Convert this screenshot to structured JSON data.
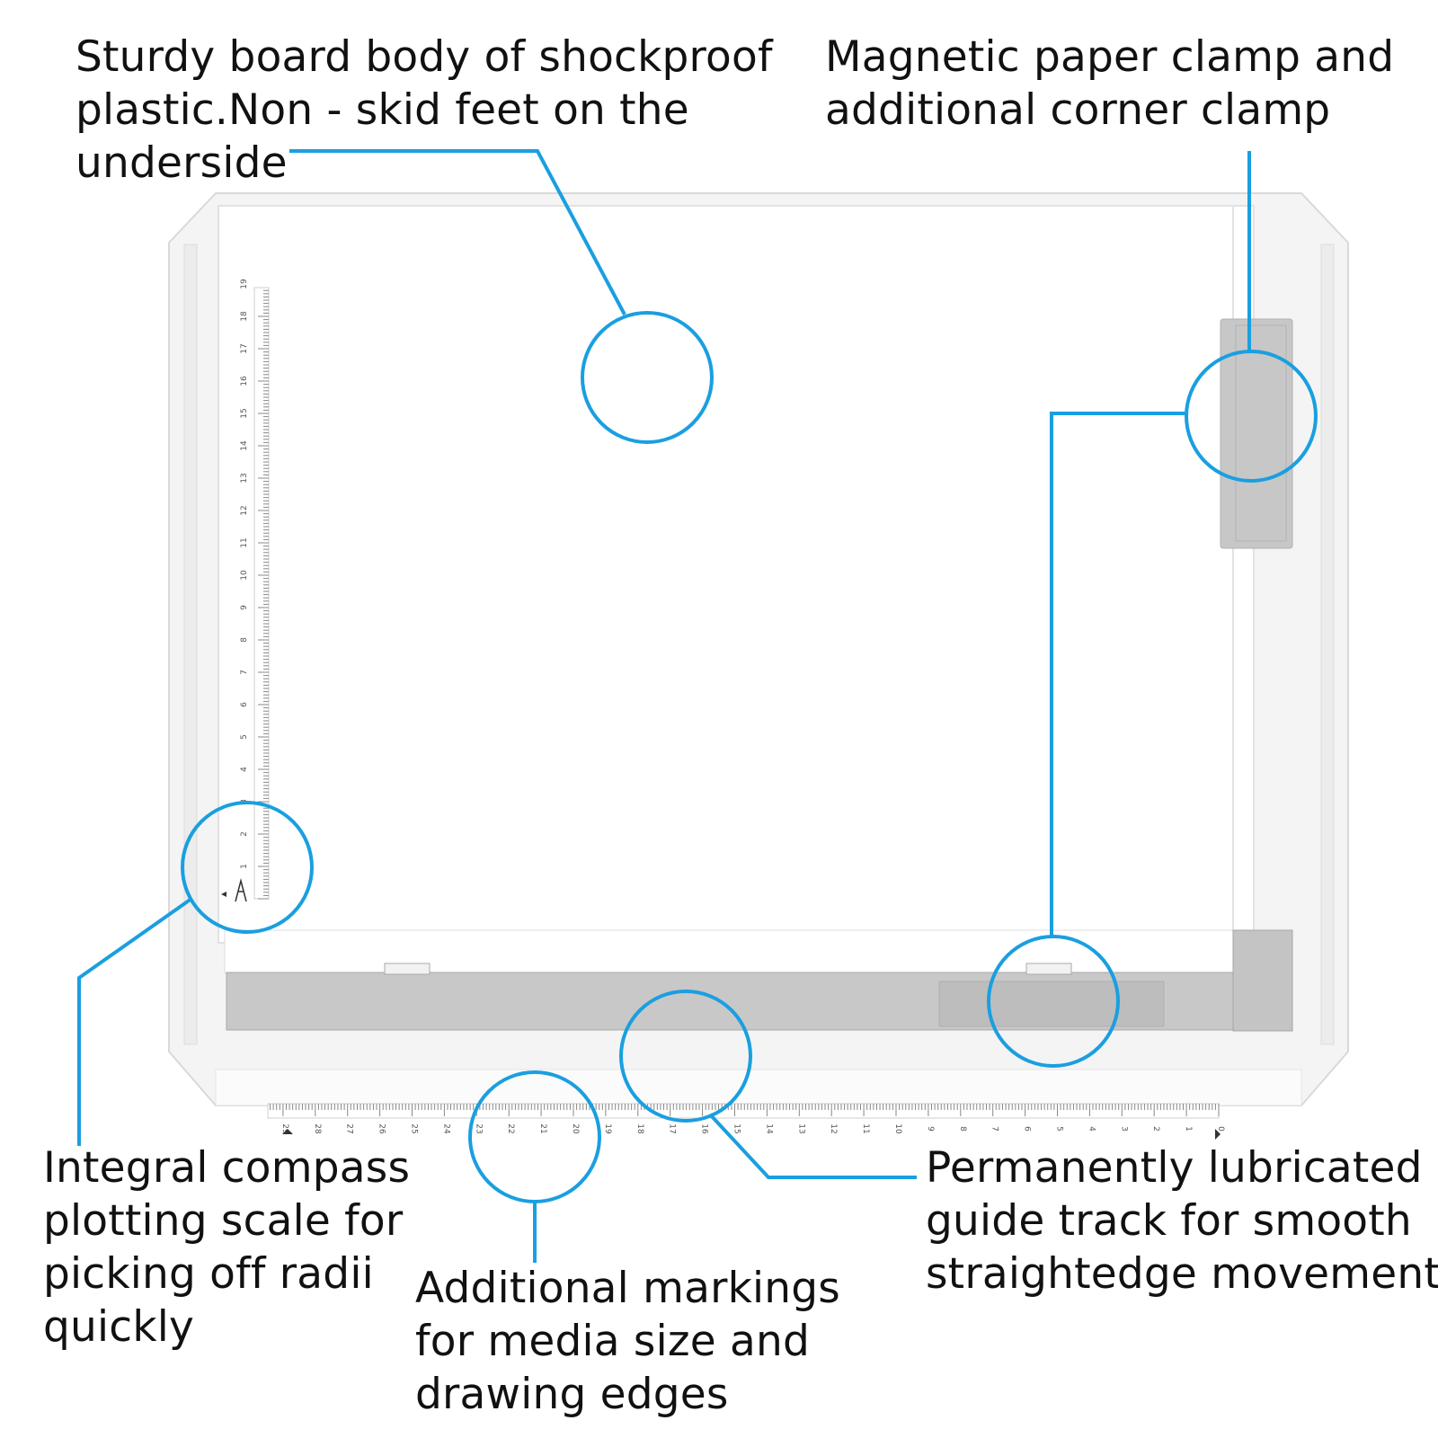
{
  "callouts": {
    "board_body": [
      "Sturdy board body of shockproof",
      "plastic.Non - skid feet on the",
      "underside"
    ],
    "magnetic_clamp": [
      "Magnetic paper clamp and",
      "additional corner clamp"
    ],
    "compass_scale": [
      "Integral compass",
      "plotting scale for",
      "picking off radii",
      "quickly"
    ],
    "markings": [
      "Additional markings",
      "for media size and",
      "drawing edges"
    ],
    "guide_track": [
      "Permanently lubricated",
      "guide track for smooth",
      "straightedge movement"
    ]
  },
  "scales": {
    "vertical": [
      "1",
      "2",
      "3",
      "4",
      "5",
      "6",
      "7",
      "8",
      "9",
      "10",
      "11",
      "12",
      "13",
      "14",
      "15",
      "16",
      "17",
      "18",
      "19"
    ],
    "horizontal": [
      "0",
      "1",
      "2",
      "3",
      "4",
      "5",
      "6",
      "7",
      "8",
      "9",
      "10",
      "11",
      "12",
      "13",
      "14",
      "15",
      "16",
      "17",
      "18",
      "19",
      "20",
      "21",
      "22",
      "23",
      "24",
      "25",
      "26",
      "27",
      "28",
      "29"
    ]
  },
  "colors": {
    "callout": "#1a9fe0",
    "board": "#f6f6f6",
    "straightedge": "#c8c8c8"
  }
}
